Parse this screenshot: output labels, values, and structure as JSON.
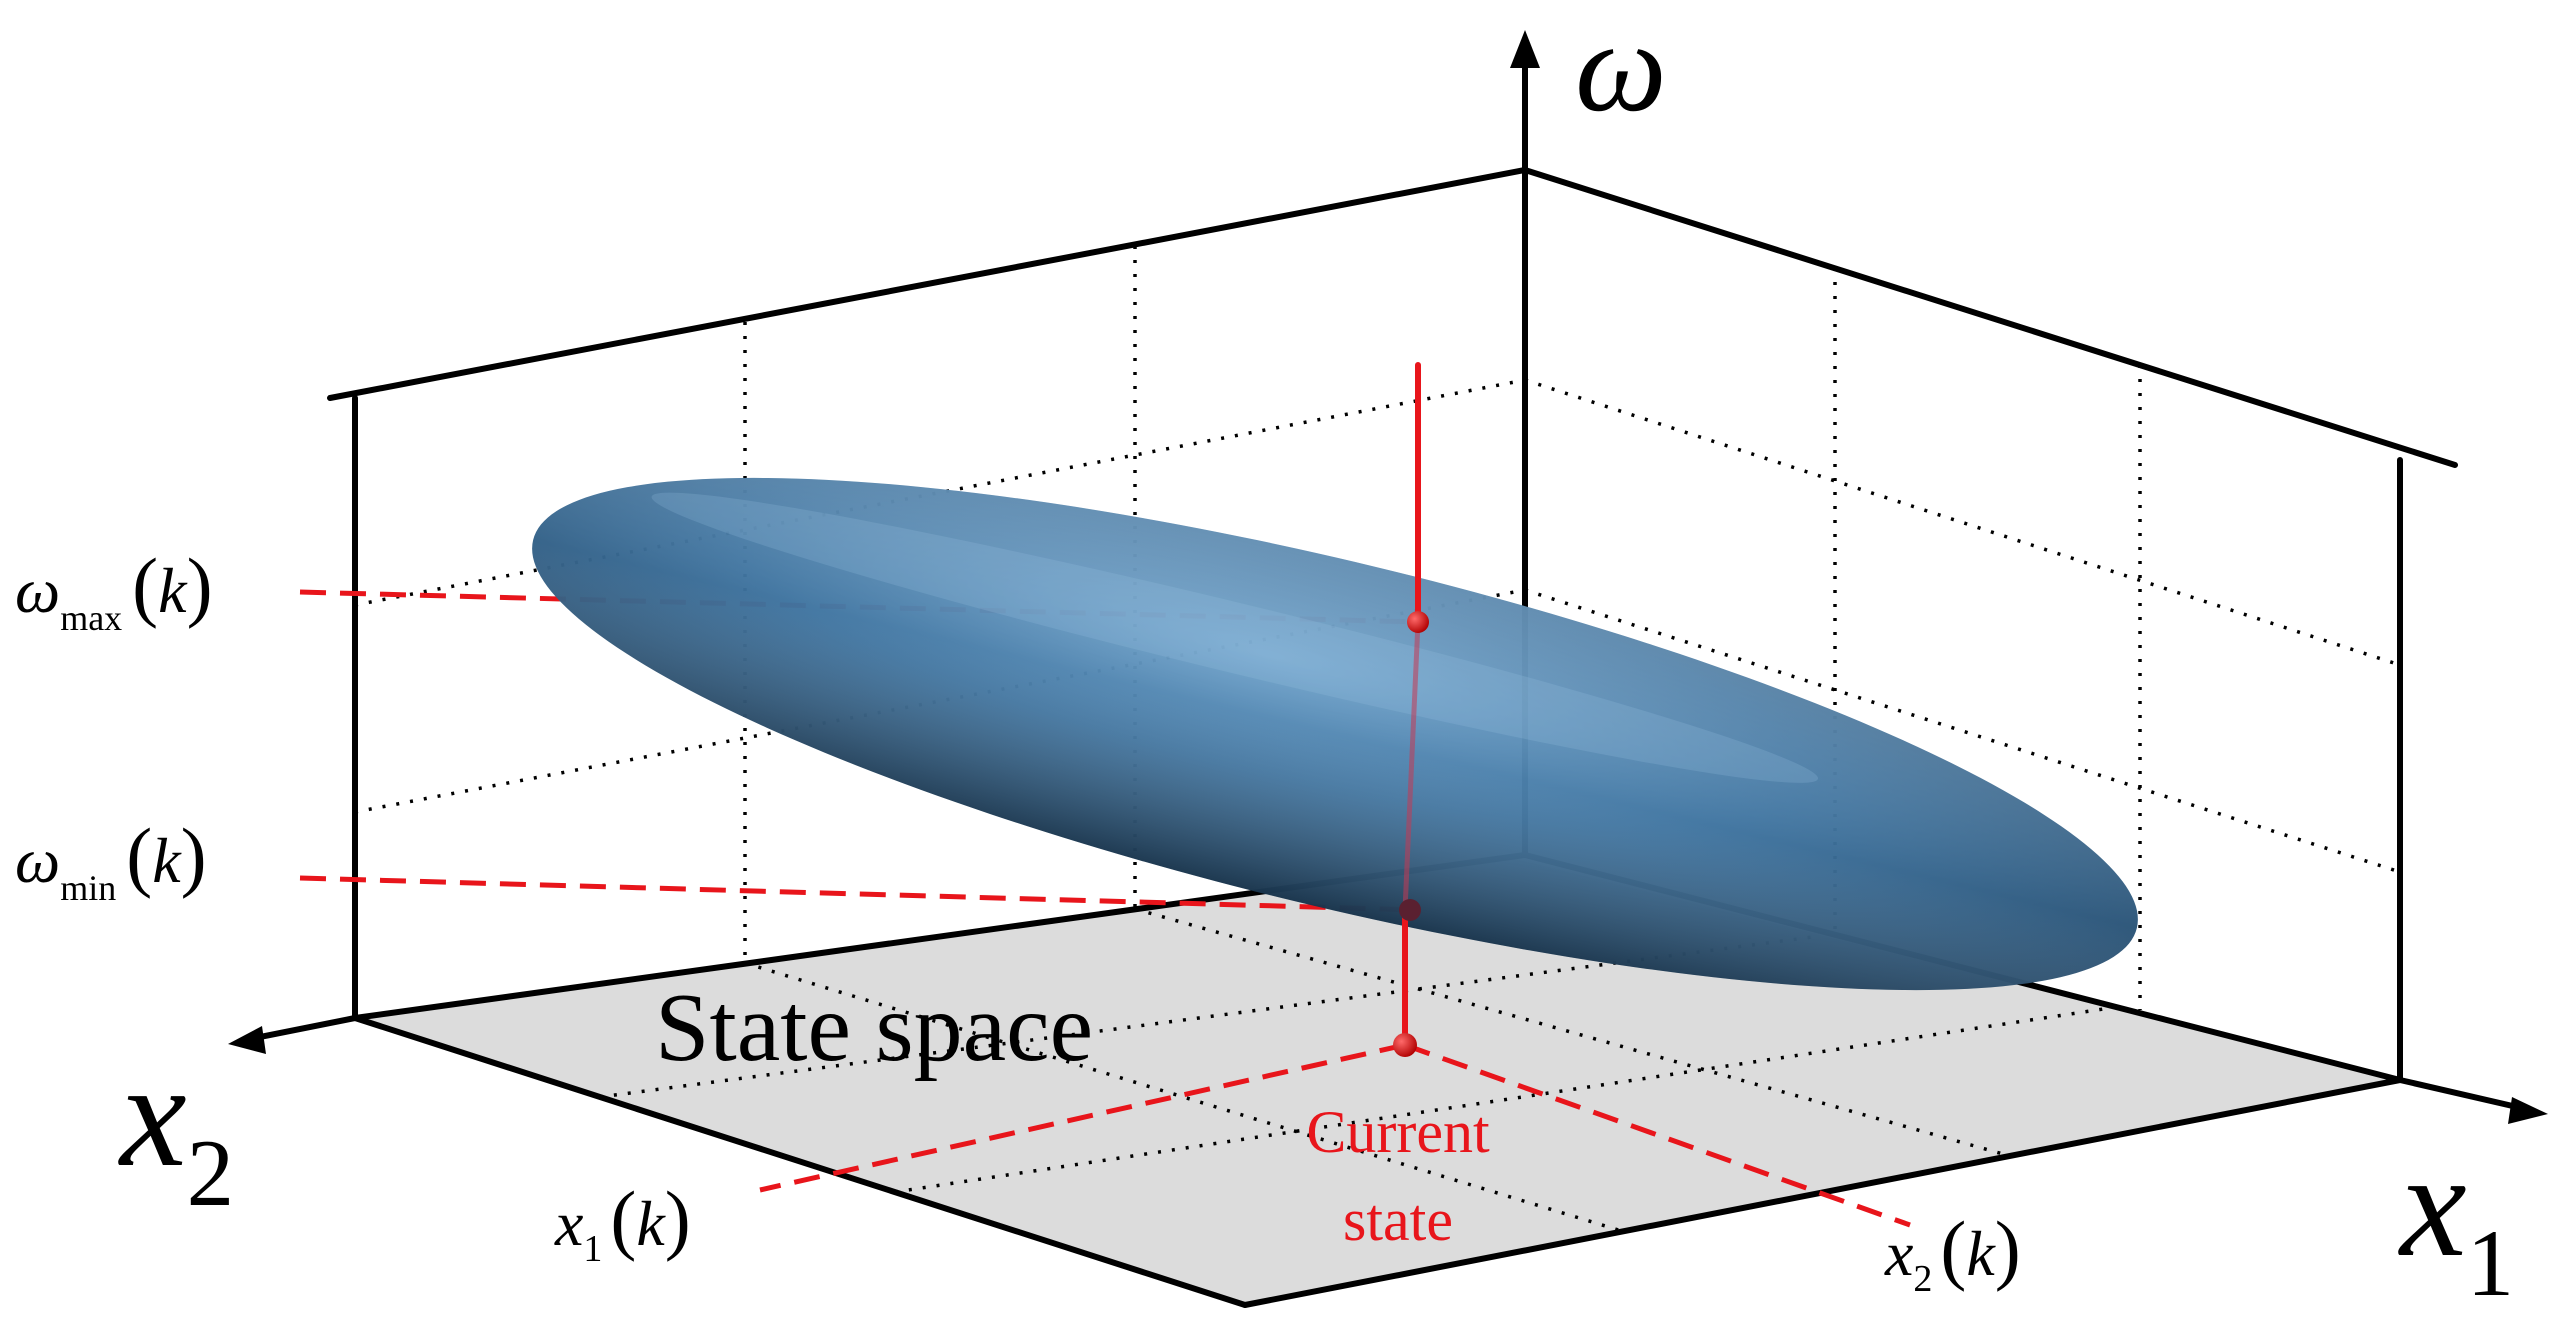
{
  "axes": {
    "omega": {
      "symbol": "ω"
    },
    "x1": {
      "symbol": "x",
      "subscript": "1"
    },
    "x2": {
      "symbol": "x",
      "subscript": "2"
    }
  },
  "labels": {
    "omega_max": {
      "symbol": "ω",
      "subscript": "max",
      "arg": "k"
    },
    "omega_min": {
      "symbol": "ω",
      "subscript": "min",
      "arg": "k"
    },
    "x1_k": {
      "symbol": "x",
      "subscript": "1",
      "arg": "k"
    },
    "x2_k": {
      "symbol": "x",
      "subscript": "2",
      "arg": "k"
    },
    "state_space": "State space",
    "current_state_line1": "Current",
    "current_state_line2": "state"
  },
  "colors": {
    "axis": "#000000",
    "marker": "#e8151b",
    "ellipsoid": "#3a6e98",
    "ellipsoid_dark": "#1c3f5d",
    "ellipsoid_light": "#5f96c2",
    "floor": "#dddddd"
  }
}
